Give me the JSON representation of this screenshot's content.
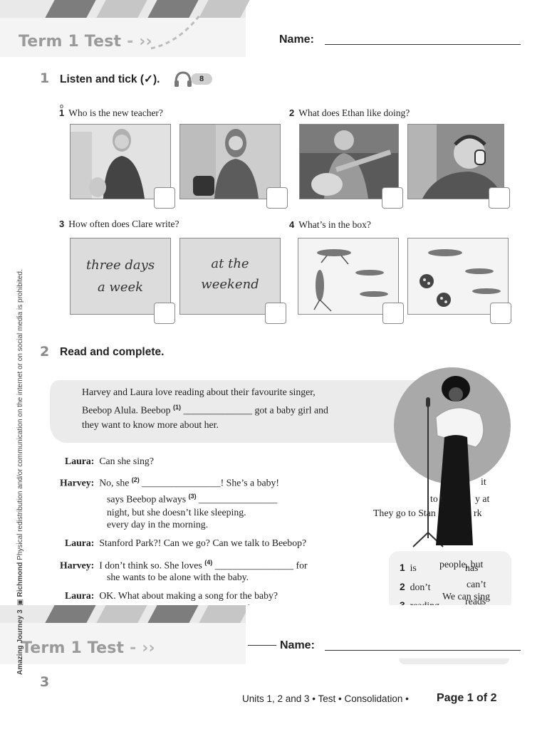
{
  "header": {
    "title": "Term 1 Test",
    "title_arrows": "- ››",
    "name_label": "Name:"
  },
  "section1": {
    "number": "1",
    "instruction": "Listen and tick (✓).",
    "track": "8",
    "questions": [
      {
        "num": "1",
        "text": "Who is the new teacher?"
      },
      {
        "num": "2",
        "text": "What does Ethan like doing?"
      },
      {
        "num": "3",
        "text": "How often does Clare write?"
      },
      {
        "num": "4",
        "text": "What’s in the box?"
      }
    ],
    "q3_option_a": [
      "three days",
      "a week"
    ],
    "q3_option_b": [
      "at the",
      "weekend"
    ],
    "q1_mark": "o"
  },
  "section2": {
    "number": "2",
    "instruction": "Read and complete.",
    "intro": {
      "line1": "Harvey and Laura love reading about their favourite singer,",
      "line2a": "Beebop Alula. Beebop",
      "gap1": "(1)",
      "line2b": "______________ got a baby girl and",
      "line3": "they want to know more about her."
    },
    "dialogue": {
      "l1_speaker": "Laura:",
      "l1_text": "Can she sing?",
      "h1_speaker": "Harvey:",
      "h1_a": "No, she",
      "gap2": "(2)",
      "h1_b": "________________! She’s a baby!",
      "h1_c": "says Beebop always",
      "gap3": "(3)",
      "h1_d": "________________",
      "h1_e": "night, but she doesn’t like sleeping.",
      "h1_f": "every day in the morning.",
      "frag_it": "it",
      "frag_to": "to t",
      "frag_y_at": "y at",
      "frag_they_go": "They go to Stan",
      "frag_rk": "rk",
      "l2_speaker": "Laura:",
      "l2_text": "Stanford Park?! Can we go? Can we talk to Beebop?",
      "h2_speaker": "Harvey:",
      "h2_a": "I don’t think so. She loves",
      "gap4": "(4)",
      "h2_b": "________________ for",
      "h2_c": "she wants to be alone with the baby.",
      "l3_speaker": "Laura:",
      "l3_text": "OK. What about making a song for the baby?",
      "l3_cut": "he"
    },
    "word_box": {
      "rows": [
        {
          "num": "1",
          "word": "is"
        },
        {
          "num": "2",
          "word": "don’t"
        },
        {
          "num": "3",
          "word": "reading"
        }
      ],
      "extra_1": "people, but",
      "extra_2": "has",
      "extra_3": "can’t",
      "extra_4": "We can sing",
      "extra_5": "reads"
    }
  },
  "overlay_header": {
    "title": "Term 1 Test",
    "title_arrows": "- ››",
    "name_label": "Name:"
  },
  "footer": {
    "page_num": "3",
    "units": "Units 1, 2 and 3 • Test • Consolidation •",
    "page": "Page 1 of 2"
  },
  "side_text": {
    "series": "Amazing Journey 3",
    "publisher": "Richmond",
    "notice": "Physical redistribution and/or communication on the internet or on social media is prohibited."
  }
}
